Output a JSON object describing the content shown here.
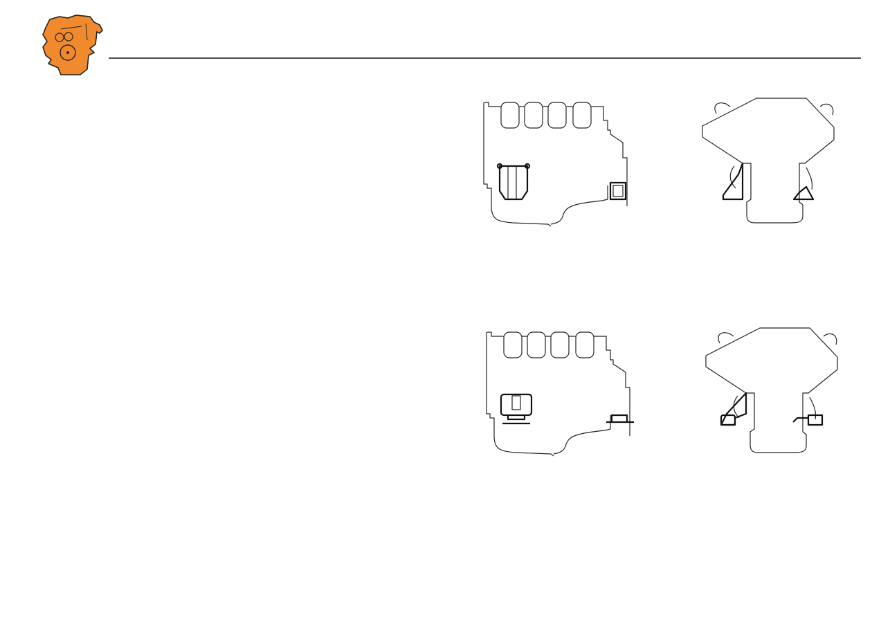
{
  "header": {
    "logo_icon": "engine-logo-icon",
    "logo_color": "#f08a2c",
    "rule_color": "#111111"
  },
  "figures": [
    {
      "icon": "engine-side-view-mount-a"
    },
    {
      "icon": "engine-front-view-mount-a"
    },
    {
      "icon": "engine-side-view-mount-b"
    },
    {
      "icon": "engine-front-view-mount-b"
    }
  ]
}
